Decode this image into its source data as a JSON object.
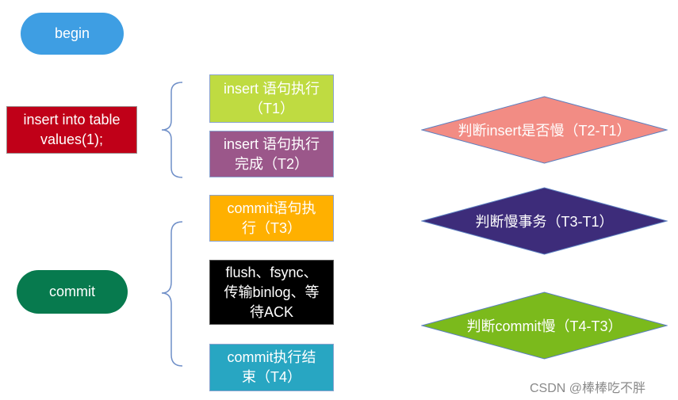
{
  "nodes": {
    "begin": "begin",
    "insert_sql_line1": "insert into table",
    "insert_sql_line2": "values(1);",
    "commit": "commit",
    "t1_line1": "insert  语句执行",
    "t1_line2": "（T1）",
    "t2_line1": "insert  语句执行",
    "t2_line2": "完成（T2）",
    "t3_line1": "commit语句执",
    "t3_line2": "行（T3）",
    "t34_line1": "flush、fsync、",
    "t34_line2": "传输binlog、等",
    "t34_line3": "待ACK",
    "t4_line1": "commit执行结",
    "t4_line2": "束（T4）"
  },
  "decisions": {
    "d1": "判断insert是否慢（T2-T1）",
    "d2": "判断慢事务（T3-T1）",
    "d3": "判断commit慢（T4-T3）"
  },
  "colors": {
    "begin": "#3e9ee3",
    "insert_sql": "#c00018",
    "commit": "#077a4e",
    "t1": "#bfdb41",
    "t2": "#9b578a",
    "t3": "#ffb000",
    "t34": "#000000",
    "t4": "#28a6c2",
    "d1": "#f28c84",
    "d2": "#3d2c7a",
    "d3": "#7bba1c"
  },
  "watermark": "CSDN @棒棒吃不胖"
}
